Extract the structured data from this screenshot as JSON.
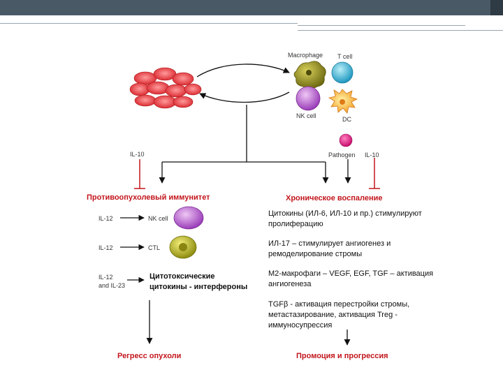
{
  "cells": {
    "macrophage": "Macrophage",
    "t_cell": "T cell",
    "nk_cell": "NK cell",
    "dc": "DC",
    "pathogen": "Pathogen",
    "il10_right": "IL-10",
    "il10_left": "IL-10"
  },
  "left": {
    "heading": "Противоопухолевый иммунитет",
    "row1_label": "IL-12",
    "row1_cell": "NK cell",
    "row2_label": "IL-12",
    "row2_cell": "CTL",
    "row3_label_line1": "IL-12",
    "row3_label_line2": "and IL-23",
    "row3_text_line1": "Цитотоксические",
    "row3_text_line2": "цитокины - интерфероны",
    "outcome": "Регресс опухоли"
  },
  "right": {
    "heading": "Хроническое воспаление",
    "p1_line1": "Цитокины (ИЛ-6, ИЛ-10 и пр.) стимулируют",
    "p1_line2": "пролиферацию",
    "p2_line1": "ИЛ-17 – стимулирует ангиогенез и",
    "p2_line2": "ремоделирование стромы",
    "p3_line1": "М2-макрофаги – VEGF, EGF, TGF – активация",
    "p3_line2": "ангиогенеза",
    "p4_line1": "TGFβ -  активация перестройки стромы,",
    "p4_line2": "метастазирование, активация Treg -",
    "p4_line3": "иммуносупрессия",
    "outcome": "Промоция и прогрессия"
  }
}
